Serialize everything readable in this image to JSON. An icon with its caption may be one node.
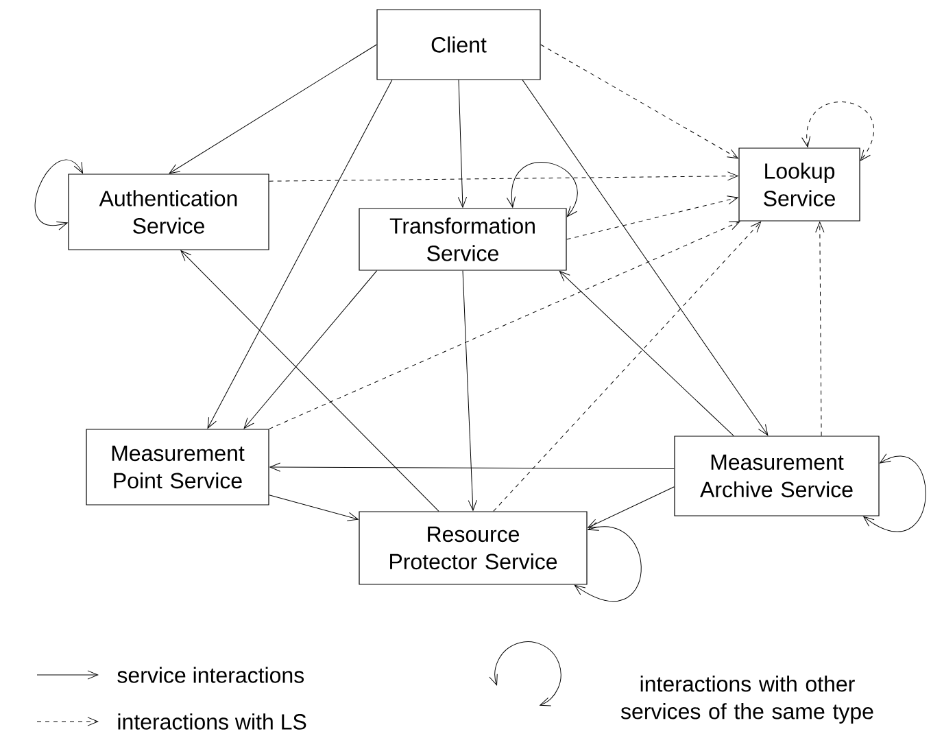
{
  "diagram": {
    "nodes": [
      {
        "text": [
          "Client"
        ]
      },
      {
        "text": [
          "Authentication Service"
        ]
      },
      {
        "text": [
          "Transformation Service"
        ]
      },
      {
        "text": [
          "Lookup Service"
        ]
      },
      {
        "text": [
          "Measurement Point Service"
        ]
      },
      {
        "text": [
          "Resource Protector Service"
        ]
      },
      {
        "text": [
          "Measurement Archive Service"
        ]
      }
    ],
    "edges": [
      {
        "from": 0,
        "to": 1,
        "arrow": "to"
      },
      {
        "from": 0,
        "to": 2,
        "arrow": "to"
      },
      {
        "from": 0,
        "to": 4,
        "arrow": "to"
      },
      {
        "from": 0,
        "to": 6,
        "arrow": "to"
      },
      {
        "from": 0,
        "to": 3,
        "arrow": "to",
        "style": "dashed"
      },
      {
        "from": 1,
        "to": 3,
        "arrow": "to",
        "style": "dashed"
      },
      {
        "from": 2,
        "to": 3,
        "arrow": "to",
        "style": "dashed"
      },
      {
        "from": 2,
        "to": 4,
        "arrow": "to"
      },
      {
        "from": 2,
        "to": 5,
        "arrow": "to"
      },
      {
        "from": 4,
        "to": 3,
        "arrow": "to",
        "style": "dashed"
      },
      {
        "from": 5,
        "to": 3,
        "arrow": "to",
        "style": "dashed"
      },
      {
        "from": 6,
        "to": 3,
        "arrow": "to",
        "style": "dashed"
      },
      {
        "from": 6,
        "to": 2,
        "arrow": "to"
      },
      {
        "from": 5,
        "to": 1,
        "arrow": "to"
      },
      {
        "from": 6,
        "to": 4,
        "arrow": "to"
      },
      {
        "from": 4,
        "to": 5,
        "arrow": "to"
      },
      {
        "from": 6,
        "to": 5,
        "arrow": "to"
      },
      {
        "from": 1,
        "to": 1,
        "arrow": "both"
      },
      {
        "from": 2,
        "to": 2,
        "arrow": "both"
      },
      {
        "from": 3,
        "to": 3,
        "arrow": "both",
        "style": "dashed"
      },
      {
        "from": 5,
        "to": 5,
        "arrow": "both"
      },
      {
        "from": 6,
        "to": 6,
        "arrow": "both"
      }
    ],
    "legend": [
      {
        "text": "service interactions"
      },
      {
        "text": "interactions with LS"
      },
      {
        "text": "interactions with other services of the same type"
      }
    ]
  }
}
